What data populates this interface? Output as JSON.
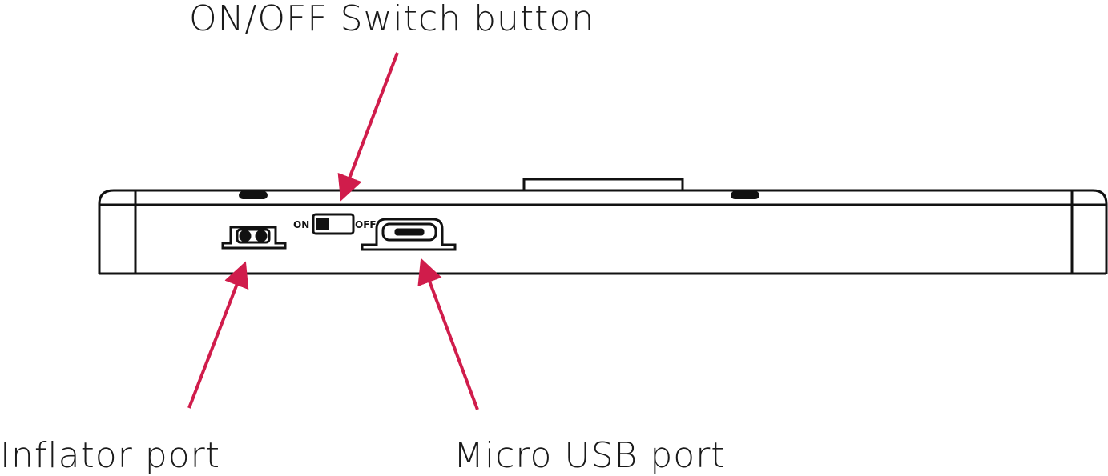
{
  "labels": {
    "switch": "ON/OFF Switch button",
    "inflator": "Inflator port",
    "usb": "Micro USB port"
  },
  "device_marks": {
    "on": "ON",
    "off": "OFF"
  },
  "colors": {
    "arrow": "#d01c4b",
    "outline": "#111111",
    "text": "#1a1a1a"
  }
}
